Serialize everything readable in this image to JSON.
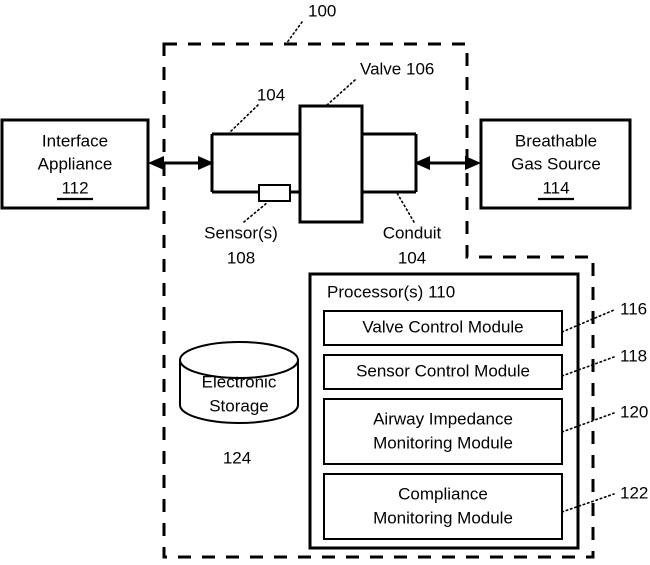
{
  "figure": {
    "system_label": "100",
    "boxes": {
      "interface_appliance": {
        "line1": "Interface",
        "line2": "Appliance",
        "ref": "112"
      },
      "breathable_gas_source": {
        "line1": "Breathable",
        "line2": "Gas Source",
        "ref": "114"
      },
      "electronic_storage": {
        "line1": "Electronic",
        "line2": "Storage",
        "ref": "124"
      },
      "processor": {
        "title": "Processor(s) 110"
      }
    },
    "callouts": {
      "valve": "Valve 106",
      "conduit_top": "104",
      "conduit_label": "Conduit",
      "conduit_ref": "104",
      "sensor_label": "Sensor(s)",
      "sensor_ref": "108"
    },
    "modules": [
      {
        "lines": [
          "Valve Control Module"
        ],
        "ref": "116"
      },
      {
        "lines": [
          "Sensor Control Module"
        ],
        "ref": "118"
      },
      {
        "lines": [
          "Airway Impedance",
          "Monitoring Module"
        ],
        "ref": "120"
      },
      {
        "lines": [
          "Compliance",
          "Monitoring Module"
        ],
        "ref": "122"
      }
    ],
    "colors": {
      "ink": "#000000",
      "paper": "#ffffff"
    }
  }
}
